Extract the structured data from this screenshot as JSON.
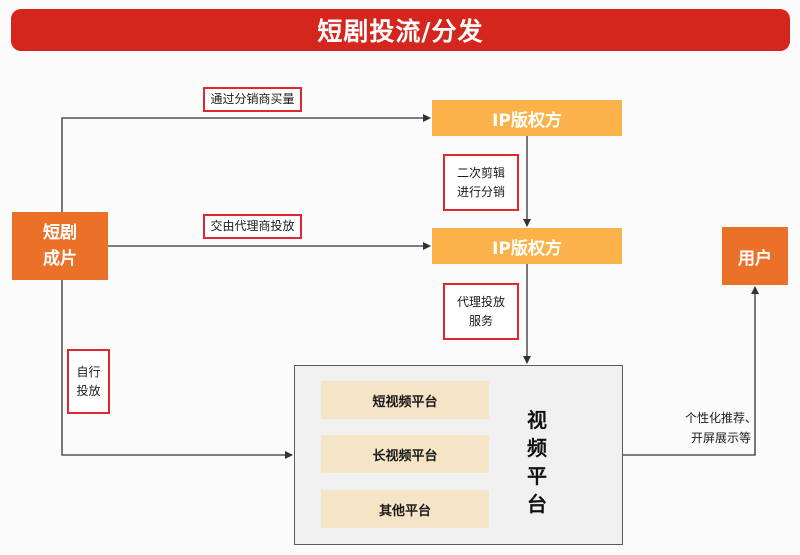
{
  "title": "短剧投流/分发",
  "source": {
    "line1": "短剧",
    "line2": "成片"
  },
  "ip_holder_top": "IP版权方",
  "ip_holder_bottom": "IP版权方",
  "user": "用户",
  "labels": {
    "buy_via_distributor": "通过分销商买量",
    "agent_placement": "交由代理商投放",
    "secondary_edit_line1": "二次剪辑",
    "secondary_edit_line2": "进行分销",
    "agent_service_line1": "代理投放",
    "agent_service_line2": "服务",
    "self_placement_line1": "自行",
    "self_placement_line2": "投放"
  },
  "platform": {
    "title_chars": [
      "视",
      "频",
      "平",
      "台"
    ],
    "items": [
      "短视频平台",
      "长视频平台",
      "其他平台"
    ]
  },
  "recommend_note": {
    "line1": "个性化推荐、",
    "line2": "开屏展示等"
  },
  "colors": {
    "banner": "#d5261e",
    "orange": "#ec7128",
    "yellow": "#fbb24a",
    "label_border": "#e0262e",
    "sub_fill": "#f5e4c6",
    "platform_fill": "#f0f0f0"
  }
}
